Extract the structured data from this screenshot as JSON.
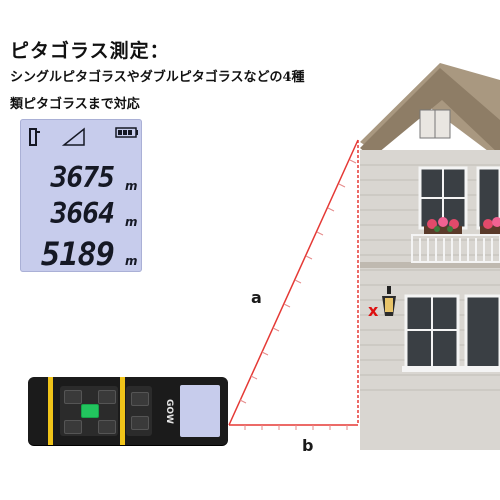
{
  "heading": "ピタゴラス測定：",
  "description": {
    "line1": "シングルピタゴラスやダブルピタゴラスなどの4種",
    "line2": "類ピタゴラスまで対応"
  },
  "lcd": {
    "readings": [
      "3675",
      "3664",
      "5189"
    ],
    "unit": "m"
  },
  "device": {
    "brand": "GOW"
  },
  "diagram": {
    "label_a": "a",
    "label_b": "b",
    "label_x": "x"
  },
  "colors": {
    "lcd": "#c7ccec",
    "laser": "#e53935",
    "accent": "#f0c419",
    "roof": "#9b8a73",
    "siding": "#d9d6d1"
  }
}
